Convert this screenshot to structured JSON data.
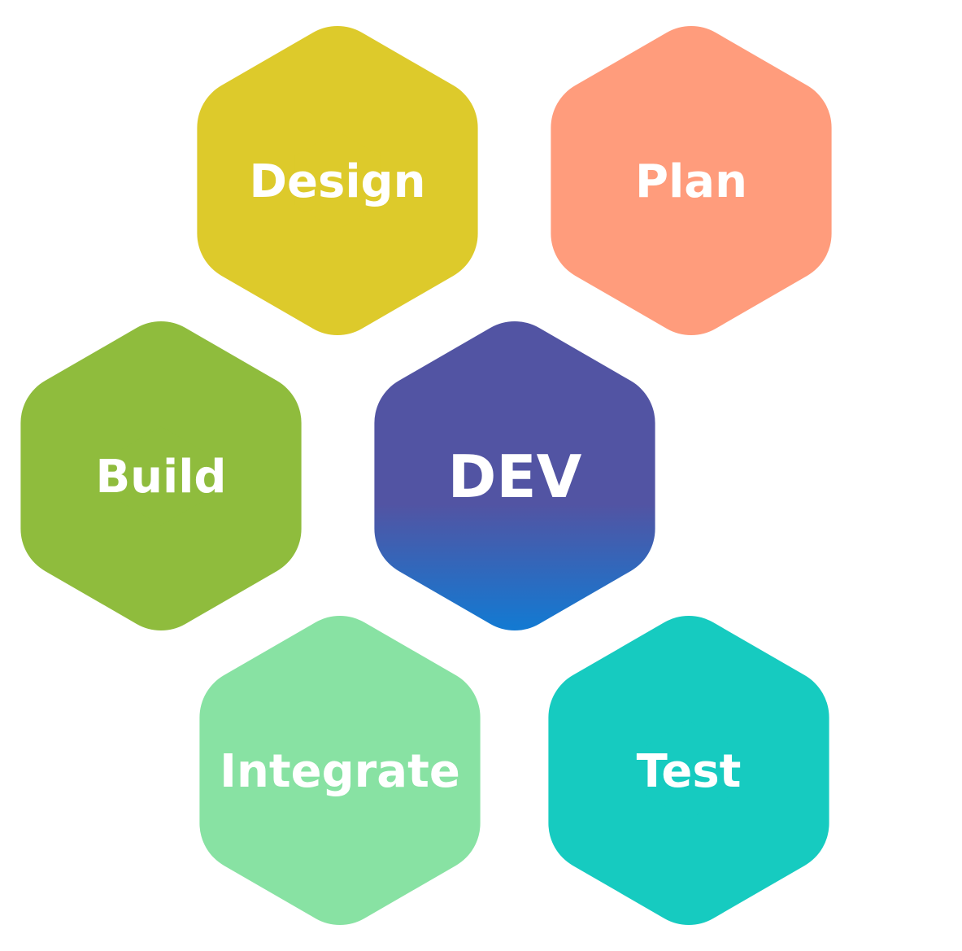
{
  "diagram": {
    "center": {
      "label": "DEV",
      "color_top": "#5254A3",
      "color_bottom": "#1479D1"
    },
    "stages": [
      {
        "label": "Design",
        "color": "#DDCA2B"
      },
      {
        "label": "Plan",
        "color": "#FF9C7C"
      },
      {
        "label": "Build",
        "color": "#8FBC3D"
      },
      {
        "label": "Integrate",
        "color": "#88E2A3"
      },
      {
        "label": "Test",
        "color": "#16CBC0"
      }
    ]
  }
}
